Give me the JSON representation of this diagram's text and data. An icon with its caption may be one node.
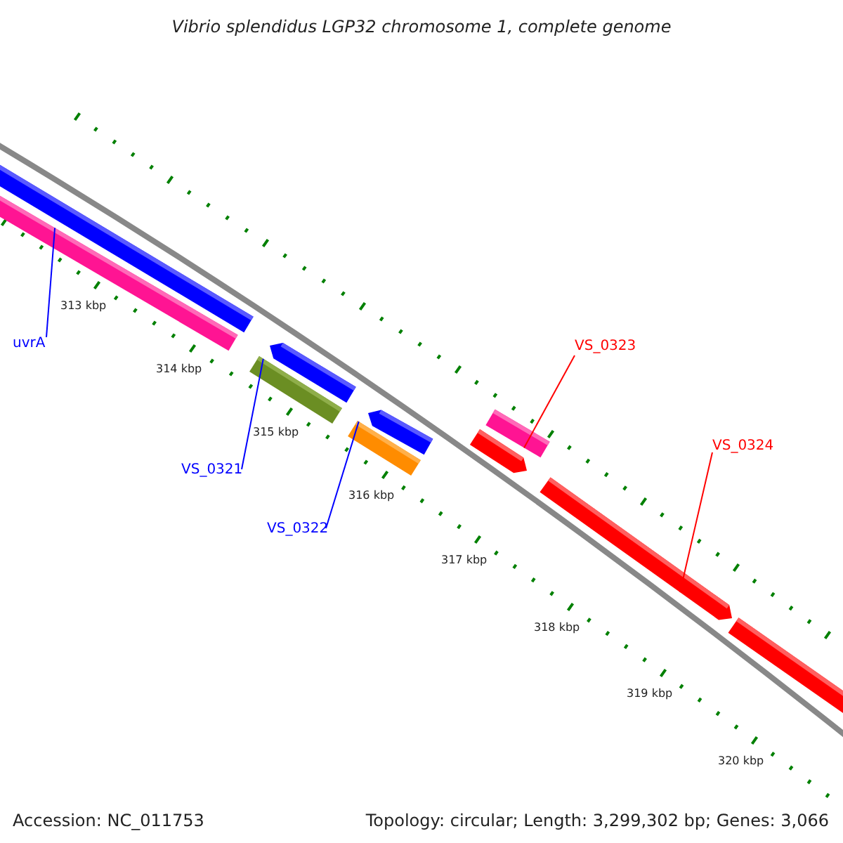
{
  "diagram": {
    "title": "Vibrio splendidus LGP32 chromosome 1, complete genome",
    "nodes": [
      {
        "text": [],
        "shape": "bar"
      },
      {
        "text": [],
        "shape": "bar"
      },
      {
        "text": [
          "uvrA"
        ]
      },
      {
        "text": [],
        "shape": "bar"
      },
      {
        "text": [],
        "shape": "bar"
      },
      {
        "text": [
          "VS_0321"
        ]
      },
      {
        "text": [],
        "shape": "bar"
      },
      {
        "text": [],
        "shape": "bar"
      },
      {
        "text": [
          "VS_0322"
        ]
      },
      {
        "text": [],
        "shape": "bar"
      },
      {
        "text": [
          "VS_0323"
        ]
      },
      {
        "text": [],
        "shape": "bar"
      },
      {
        "text": [],
        "shape": "bar"
      },
      {
        "text": [
          "VS_0324"
        ]
      },
      {
        "text": [],
        "shape": "bar"
      }
    ],
    "edges": [
      {
        "from": 2,
        "to": 1,
        "arrow": "none"
      },
      {
        "from": 5,
        "to": 4,
        "arrow": "none"
      },
      {
        "from": 8,
        "to": 7,
        "arrow": "none"
      },
      {
        "from": 10,
        "to": 9,
        "arrow": "none",
        "color": "#ff0000"
      },
      {
        "from": 13,
        "to": 12,
        "arrow": "none",
        "color": "#ff0000"
      }
    ],
    "labels": [
      "313 kbp",
      "314 kbp",
      "315 kbp",
      "316 kbp",
      "317 kbp",
      "318 kbp",
      "319 kbp",
      "320 kbp",
      "Accession: NC_011753",
      "Topology: circular; Length: 3,299,302 bp; Genes: 3,066"
    ]
  }
}
